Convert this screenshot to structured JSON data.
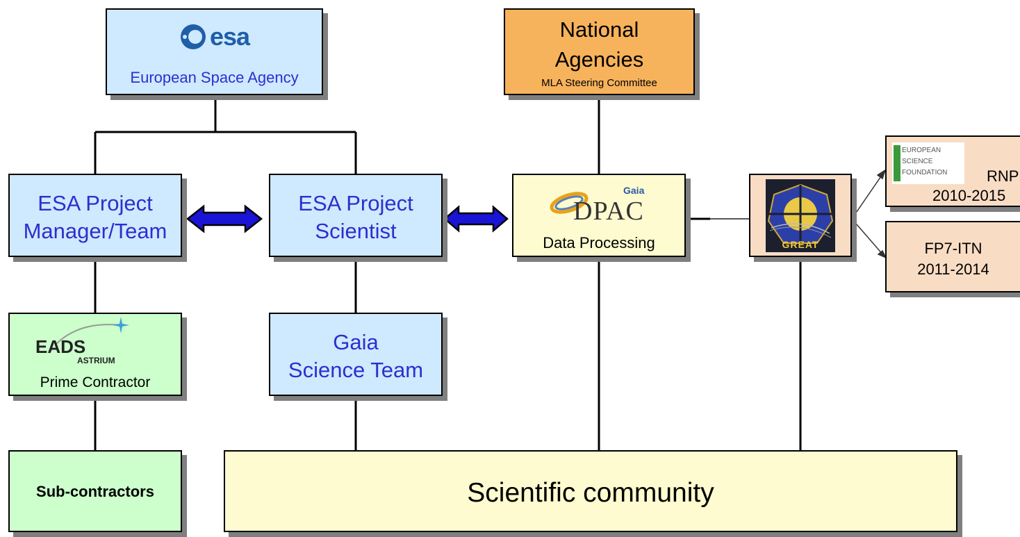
{
  "colors": {
    "esa_blue": "#cfe9ff",
    "label_blue": "#2e2ecf",
    "national_orange": "#f7b25c",
    "dpac_yellow": "#fdfbcf",
    "great_peach": "#f8dcc4",
    "contractor_green": "#ccffcc",
    "arrow_blue": "#1a14d6"
  },
  "esa": {
    "logo_text": "esa",
    "label": "European Space Agency"
  },
  "national": {
    "line1": "National",
    "line2": "Agencies",
    "sub": "MLA Steering Committee"
  },
  "pm": {
    "line1": "ESA Project",
    "line2": "Manager/Team"
  },
  "ps": {
    "line1": "ESA Project",
    "line2": "Scientist"
  },
  "dpac": {
    "logo_sup": "Gaia",
    "logo_text": "DPAC",
    "label": "Data Processing"
  },
  "great": {
    "logo_text": "GREAT"
  },
  "esf": {
    "logo_lines": [
      "EUROPEAN",
      "SCIENCE",
      "FOUNDATION"
    ],
    "line1": "RNP",
    "line2": "2010-2015"
  },
  "fp7": {
    "line1": "FP7-ITN",
    "line2": "2011-2014"
  },
  "eads": {
    "logo_text": "EADS",
    "logo_sub": "ASTRIUM",
    "label": "Prime Contractor"
  },
  "gst": {
    "line1": "Gaia",
    "line2": "Science Team"
  },
  "sub": {
    "label": "Sub-contractors"
  },
  "community": {
    "label": "Scientific community"
  }
}
